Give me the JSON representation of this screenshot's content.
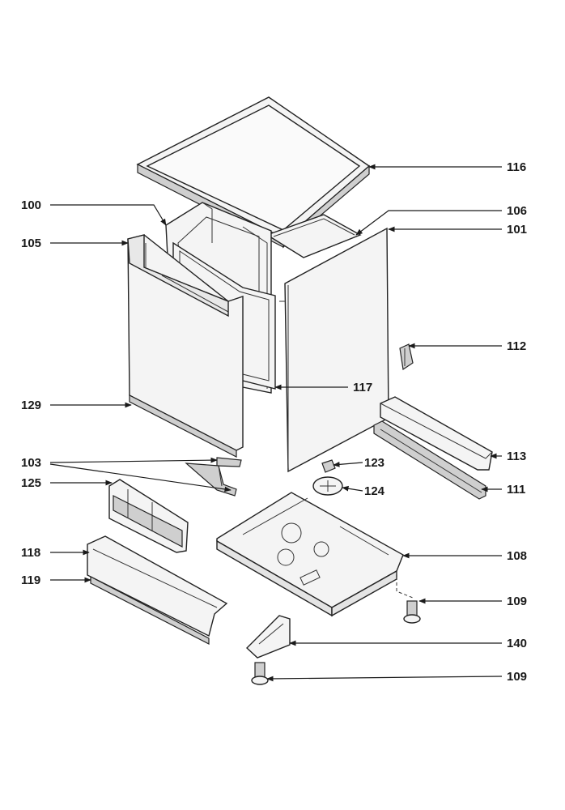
{
  "labels": {
    "l116": "116",
    "l100": "100",
    "l106": "106",
    "l101": "101",
    "l105": "105",
    "l112": "112",
    "l117": "117",
    "l129": "129",
    "l113": "113",
    "l103": "103",
    "l123": "123",
    "l125": "125",
    "l124": "124",
    "l111": "111",
    "l118": "118",
    "l108": "108",
    "l119": "119",
    "l109a": "109",
    "l140": "140",
    "l109b": "109"
  }
}
